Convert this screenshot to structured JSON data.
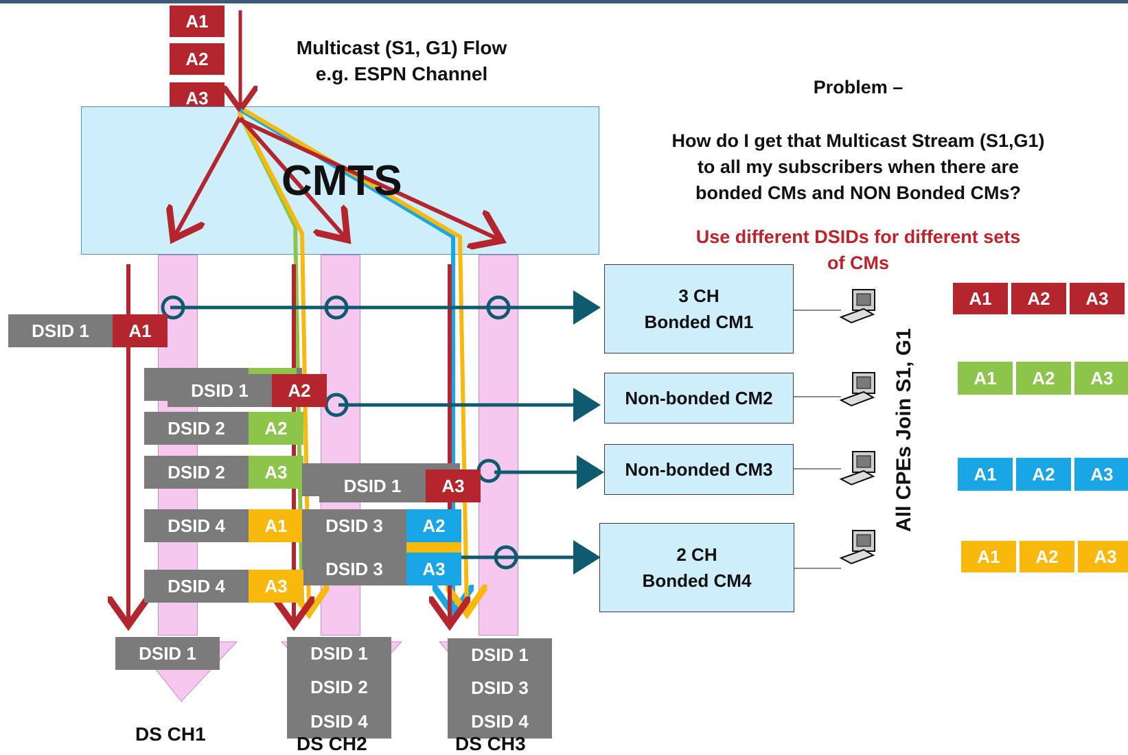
{
  "header": {
    "flow_title": "Multicast (S1, G1) Flow",
    "flow_subtitle": "e.g. ESPN Channel",
    "cmts_label": "CMTS"
  },
  "source_packets": [
    "A1",
    "A2",
    "A3"
  ],
  "problem": {
    "heading": "Problem –",
    "question_line1": "How do I get that Multicast Stream (S1,G1)",
    "question_line2": "to all my subscribers when there are",
    "question_line3": "bonded CMs and NON Bonded CMs?",
    "answer_line1": "Use different DSIDs for different sets",
    "answer_line2": "of CMs"
  },
  "cable_modems": [
    {
      "line1": "3 CH",
      "line2": "Bonded CM1"
    },
    {
      "line1": "Non-bonded CM2",
      "line2": ""
    },
    {
      "line1": "Non-bonded CM3",
      "line2": ""
    },
    {
      "line1": "2 CH",
      "line2": "Bonded CM4"
    }
  ],
  "join_label": "All CPEs Join S1, G1",
  "received_streams": [
    {
      "color": "#b5252d",
      "packets": [
        "A1",
        "A2",
        "A3"
      ]
    },
    {
      "color": "#8cc54a",
      "packets": [
        "A1",
        "A2",
        "A3"
      ]
    },
    {
      "color": "#19a6e6",
      "packets": [
        "A1",
        "A2",
        "A3"
      ]
    },
    {
      "color": "#f8b80c",
      "packets": [
        "A1",
        "A2",
        "A3"
      ]
    }
  ],
  "dsid_tags": [
    {
      "dsid": "DSID 1",
      "packet": "A1",
      "color": "#b5252d"
    },
    {
      "dsid": "DSID 1",
      "packet": "A2",
      "color": "#b5252d"
    },
    {
      "dsid": "DSID 2",
      "packet": "A2",
      "color": "#8cc54a"
    },
    {
      "dsid": "DSID 2",
      "packet": "A3",
      "color": "#8cc54a"
    },
    {
      "dsid": "DSID 1",
      "packet": "A3",
      "color": "#b5252d"
    },
    {
      "dsid": "DSID 4",
      "packet": "A1",
      "color": "#f8b80c"
    },
    {
      "dsid": "DSID 3",
      "packet": "A2",
      "color": "#19a6e6"
    },
    {
      "dsid": "DSID 3",
      "packet": "A3",
      "color": "#19a6e6"
    },
    {
      "dsid": "DSID 4",
      "packet": "A3",
      "color": "#f8b80c"
    }
  ],
  "channel_dsids": {
    "ch1": [
      "DSID 1"
    ],
    "ch2": [
      "DSID 1",
      "DSID 2",
      "DSID 4"
    ],
    "ch3": [
      "DSID 1",
      "DSID 3",
      "DSID 4"
    ]
  },
  "channels": [
    "DS CH1",
    "DS CH2",
    "DS CH3"
  ],
  "colors": {
    "red": "#b5252d",
    "green": "#8cc54a",
    "blue": "#19a6e6",
    "yellow": "#f8b80c",
    "dsid_gray": "#7b7b7b",
    "cmts_fill": "#cdeefa",
    "channel_pink": "#f6c8f0",
    "teal": "#0e5a6e"
  }
}
